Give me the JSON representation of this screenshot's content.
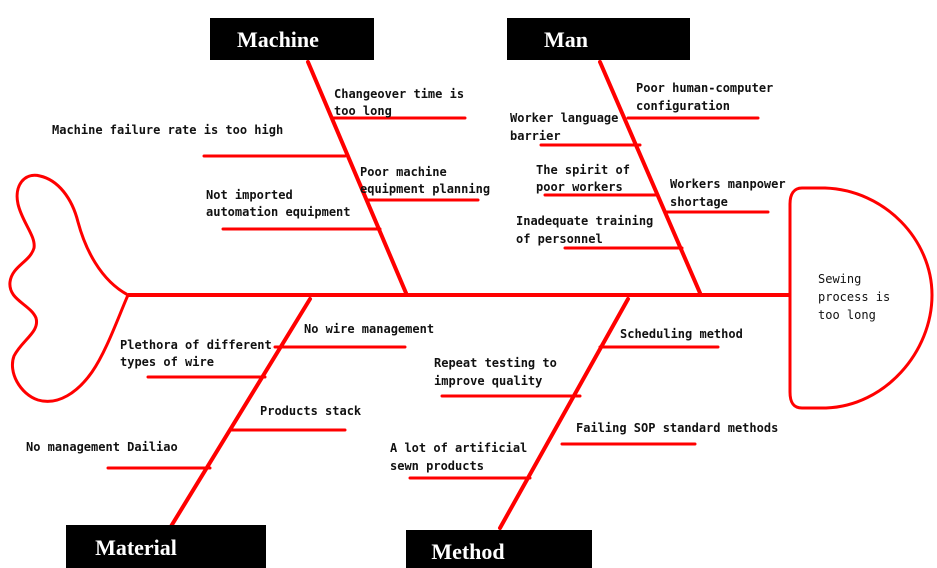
{
  "colors": {
    "line": "#ff0000",
    "header_bg": "#000000",
    "header_text": "#ffffff",
    "text": "#111111"
  },
  "headers": {
    "machine": "Machine",
    "man": "Man",
    "material": "Material",
    "method": "Method"
  },
  "head_label": [
    "Sewing",
    "process is",
    "too long"
  ],
  "causes": {
    "changeover": [
      "Changeover time is",
      "too long"
    ],
    "machine_failure": [
      "Machine failure rate is too high"
    ],
    "poor_planning": [
      "Poor machine",
      "equipment planning"
    ],
    "not_imported": [
      "Not imported",
      "automation equipment"
    ],
    "hci_config": [
      "Poor human-computer",
      "configuration"
    ],
    "language_barrier": [
      "Worker language",
      "barrier"
    ],
    "spirit": [
      "The spirit of",
      "poor workers"
    ],
    "manpower": [
      "Workers manpower",
      "shortage"
    ],
    "training": [
      "Inadequate training",
      "of personnel"
    ],
    "no_wire_mgmt": [
      "No wire management"
    ],
    "plethora_wire": [
      "Plethora of different",
      "types of wire"
    ],
    "products_stack": [
      "Products stack"
    ],
    "no_mgmt_dailiao": [
      "No management Dailiao"
    ],
    "scheduling": [
      "Scheduling method"
    ],
    "repeat_testing": [
      "Repeat testing to",
      "improve quality"
    ],
    "failing_sop": [
      "Failing SOP standard methods"
    ],
    "artificial_sewn": [
      "A lot of artificial",
      "sewn products"
    ]
  }
}
